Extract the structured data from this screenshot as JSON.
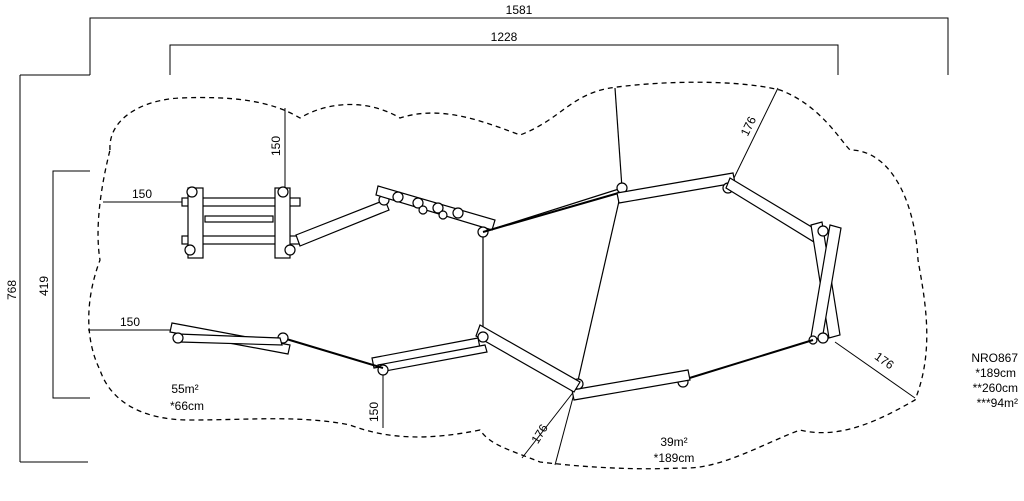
{
  "dimensions": {
    "total_width": "1581",
    "inner_width": "1228",
    "total_height": "768",
    "inner_height": "419",
    "top_clearance": "150",
    "left_clearance_top": "150",
    "left_clearance_bottom": "150",
    "bottom_clearance": "150",
    "clearance_upper_right": "176",
    "clearance_lower_right": "176",
    "clearance_lower_mid": "176"
  },
  "areas": {
    "left_area": "55m²",
    "left_height": "*66cm",
    "right_area": "39m²",
    "right_height": "*189cm"
  },
  "product": {
    "code": "NRO867",
    "line1": "*189cm",
    "line2": "**260cm",
    "line3": "***94m²"
  }
}
